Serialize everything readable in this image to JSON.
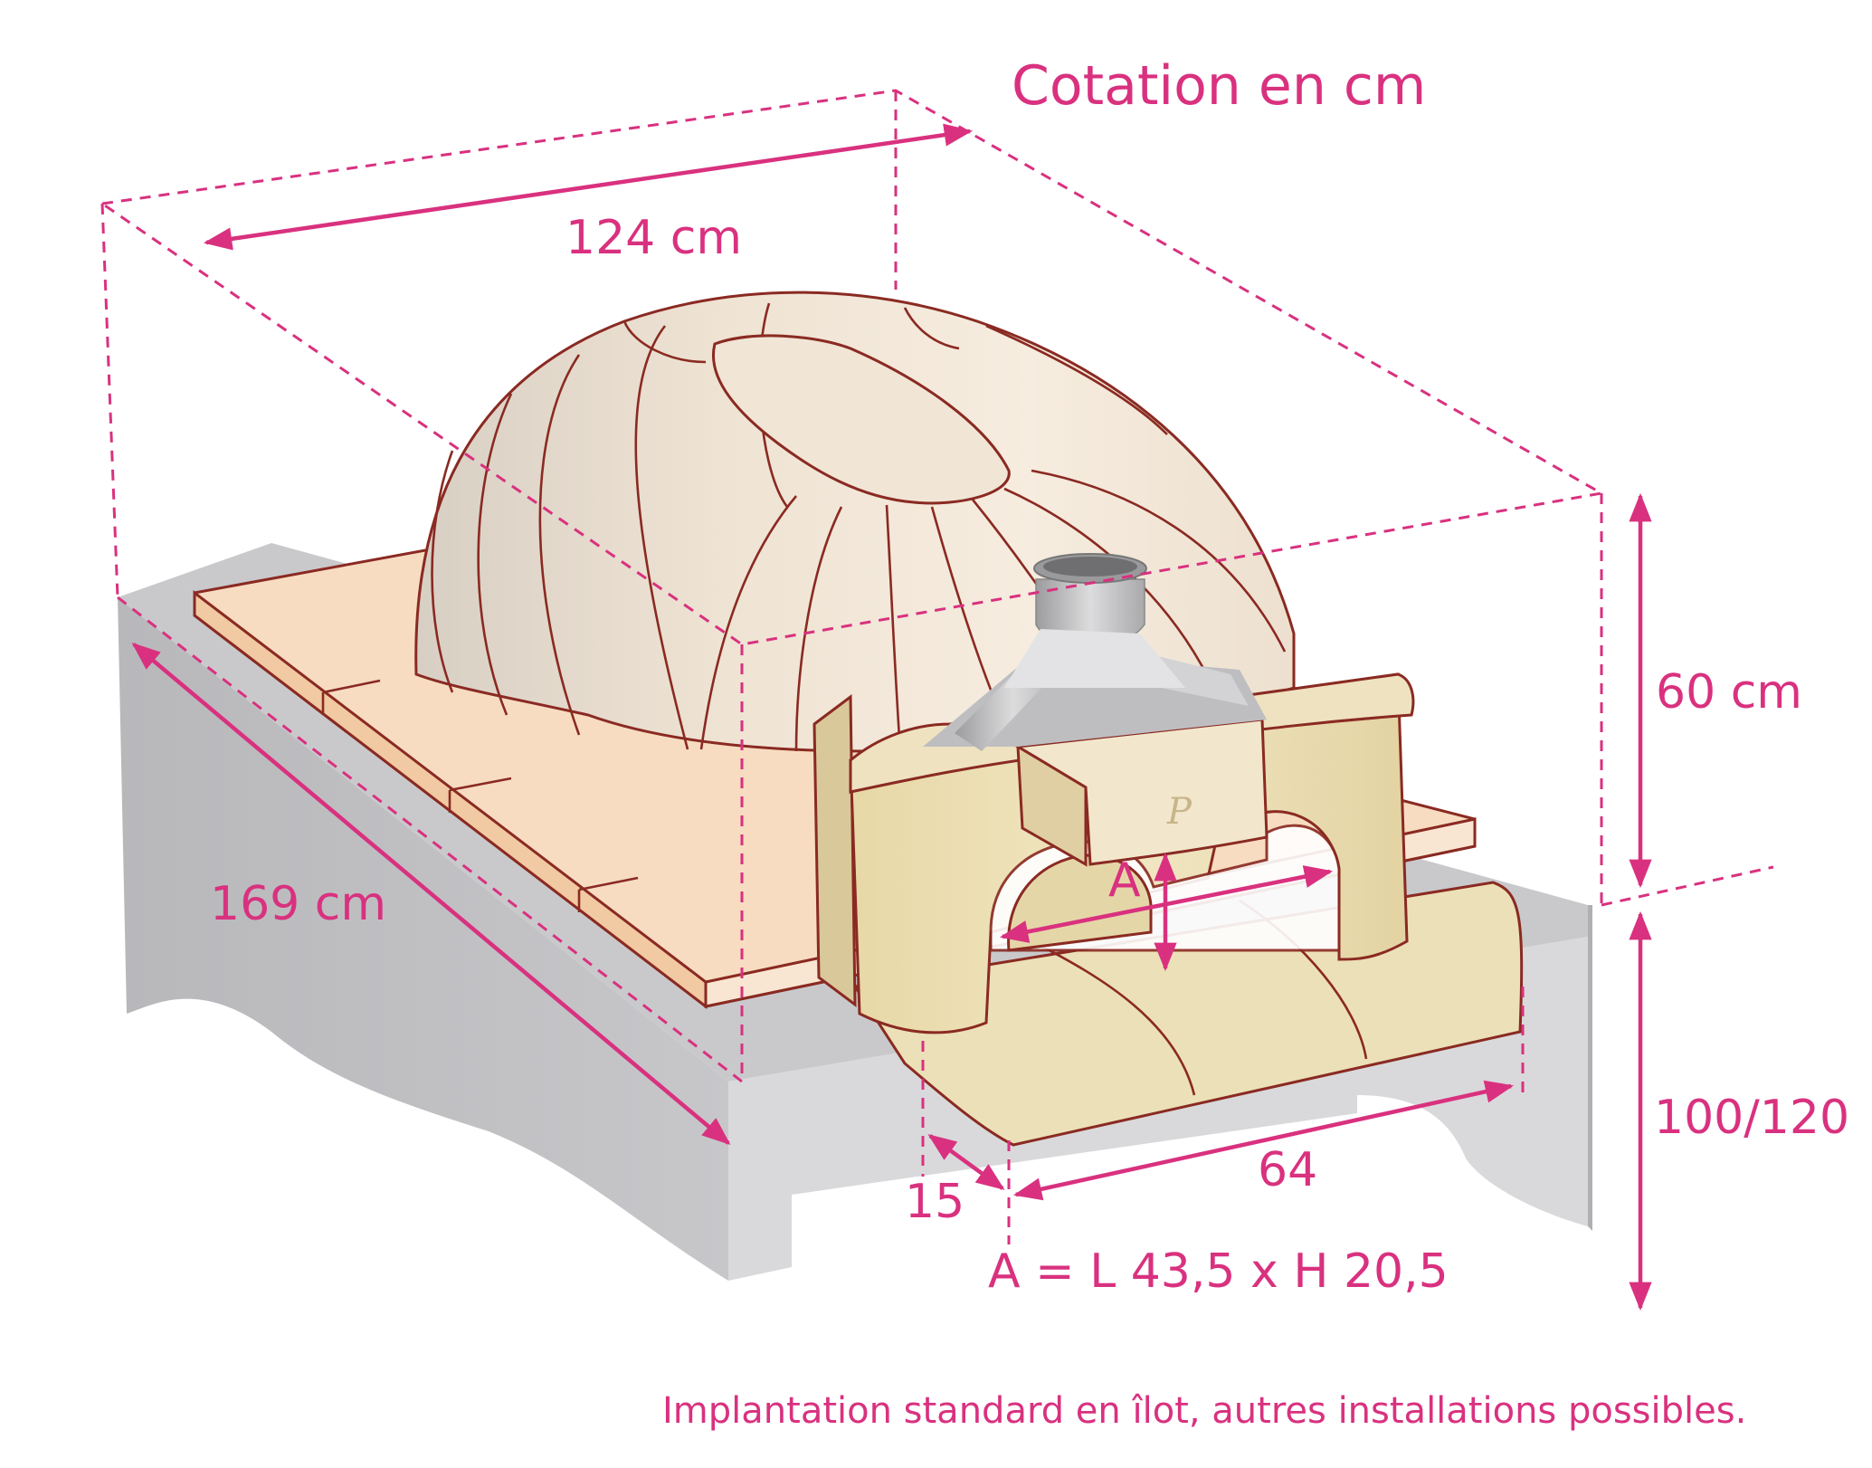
{
  "title": "Cotation en cm",
  "dimensions": {
    "width": "124 cm",
    "depth": "169 cm",
    "dome_height": "60 cm",
    "base_height": "100/120",
    "landing_depth": "15",
    "landing_width": "64",
    "opening_label": "A",
    "opening_formula": "A = L 43,5 x H 20,5"
  },
  "footnote": "Implantation standard en îlot, autres installations possibles.",
  "colors": {
    "dimension": "#d9317f",
    "outline": "#8a2a22",
    "dome": "#f1e3d2",
    "slab": "#f6dcc0",
    "arch": "#ead9ad",
    "base": "#bfbfc2",
    "chimney": "#c8c8ca"
  }
}
